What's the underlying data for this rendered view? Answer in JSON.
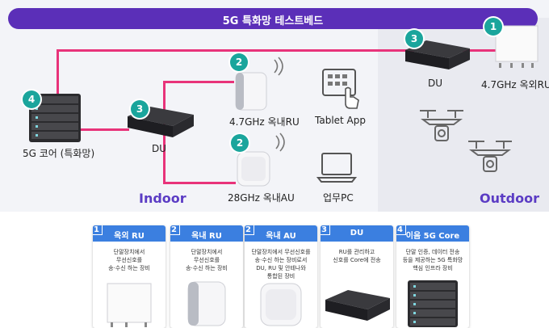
{
  "title": "5G 특화망 테스트베드",
  "zones": {
    "indoor": "Indoor",
    "outdoor": "Outdoor"
  },
  "nodes": {
    "core": {
      "badge": "4",
      "label": "5G 코어 (특화망)"
    },
    "du_indoor": {
      "badge": "3",
      "label": "DU"
    },
    "ru_indoor": {
      "badge": "2",
      "label": "4.7GHz 옥내RU"
    },
    "au_indoor": {
      "badge": "2",
      "label": "28GHz 옥내AU"
    },
    "tablet": {
      "label": "Tablet App"
    },
    "pc": {
      "label": "업무PC"
    },
    "du_outdoor": {
      "badge": "3",
      "label": "DU"
    },
    "ru_outdoor": {
      "badge": "1",
      "label": "4.7GHz 옥외RU"
    }
  },
  "cards": [
    {
      "num": "1",
      "title": "옥외 RU",
      "desc": [
        "단말장치에서",
        "무선신호를",
        "송·수신 하는 장비"
      ]
    },
    {
      "num": "2",
      "title": "옥내 RU",
      "desc": [
        "단말장치에서",
        "무선신호를",
        "송·수신 하는 장비"
      ]
    },
    {
      "num": "2",
      "title": "옥내 AU",
      "desc": [
        "단말장치에서 무선신호를",
        "송·수신 하는 장비로서",
        "DU, RU 및 안테나와",
        "통합된 장비"
      ]
    },
    {
      "num": "3",
      "title": "DU",
      "desc": [
        "RU를 관리하고",
        "신호를 Core에 전송"
      ]
    },
    {
      "num": "4",
      "title": "이음 5G Core",
      "desc": [
        "단말 인증, 데이터 전송",
        "등을 제공하는 5G 특화망",
        "핵심 인프라 장비"
      ]
    }
  ],
  "colors": {
    "title_bar": "#5b2fb8",
    "link": "#e8337a",
    "badge": "#1aa59c",
    "card_head": "#3b7fe0",
    "zone_text": "#5b3cc4"
  }
}
